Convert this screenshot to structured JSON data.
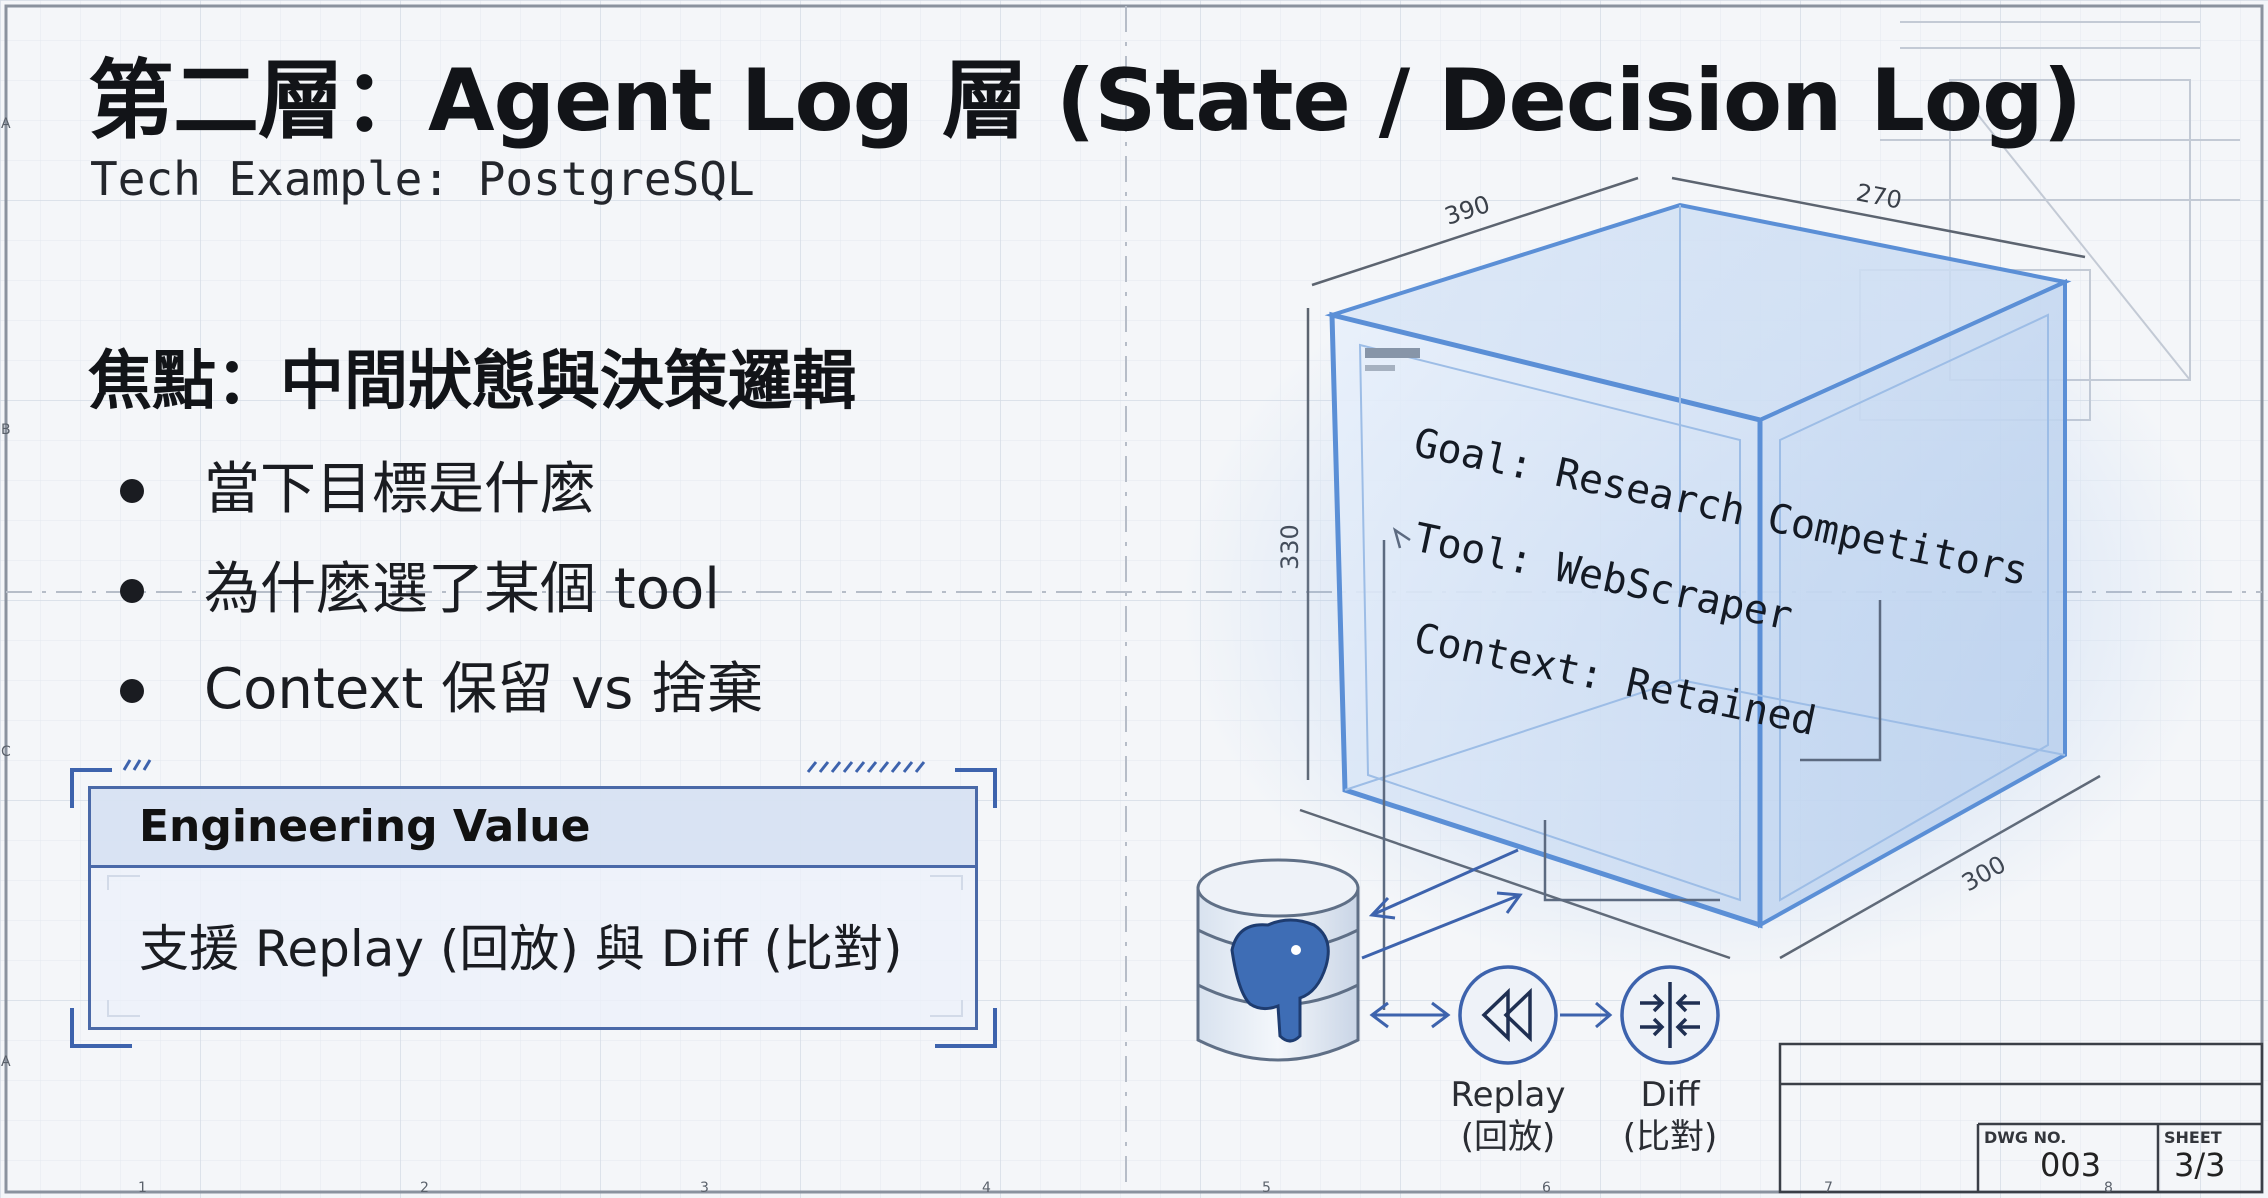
{
  "header": {
    "title": "第二層：Agent Log 層 (State / Decision Log)",
    "subtitle": "Tech Example: PostgreSQL"
  },
  "focus": {
    "heading": "焦點：中間狀態與決策邏輯",
    "bullets": [
      "當下目標是什麼",
      "為什麼選了某個 tool",
      "Context 保留 vs 捨棄"
    ]
  },
  "engineering_value": {
    "heading": "Engineering Value",
    "body": "支援 Replay (回放) 與 Diff (比對)"
  },
  "cube": {
    "lines": [
      "Goal: Research Competitors",
      "Tool: WebScraper",
      "Context: Retained"
    ],
    "dimensions": {
      "top_left": "390",
      "top_right": "270",
      "height": "330",
      "bottom_right": "300"
    }
  },
  "actions": {
    "replay_line1": "Replay",
    "replay_line2": "(回放)",
    "diff_line1": "Diff",
    "diff_line2": "(比對)"
  },
  "title_block": {
    "dwg_label": "DWG NO.",
    "dwg_value": "003",
    "sheet_label": "SHEET",
    "sheet_value": "3/3"
  },
  "border_marks": {
    "columns": [
      "1",
      "2",
      "3",
      "4",
      "5",
      "6",
      "7",
      "8"
    ],
    "rows": [
      "A",
      "B",
      "C",
      "A"
    ]
  },
  "colors": {
    "accent_blue": "#4a69a8",
    "cube_blue": "#5b8fd6",
    "grid": "#dde3ec"
  },
  "icons": [
    "postgresql-elephant-icon",
    "rewind-icon",
    "diff-compare-icon"
  ]
}
